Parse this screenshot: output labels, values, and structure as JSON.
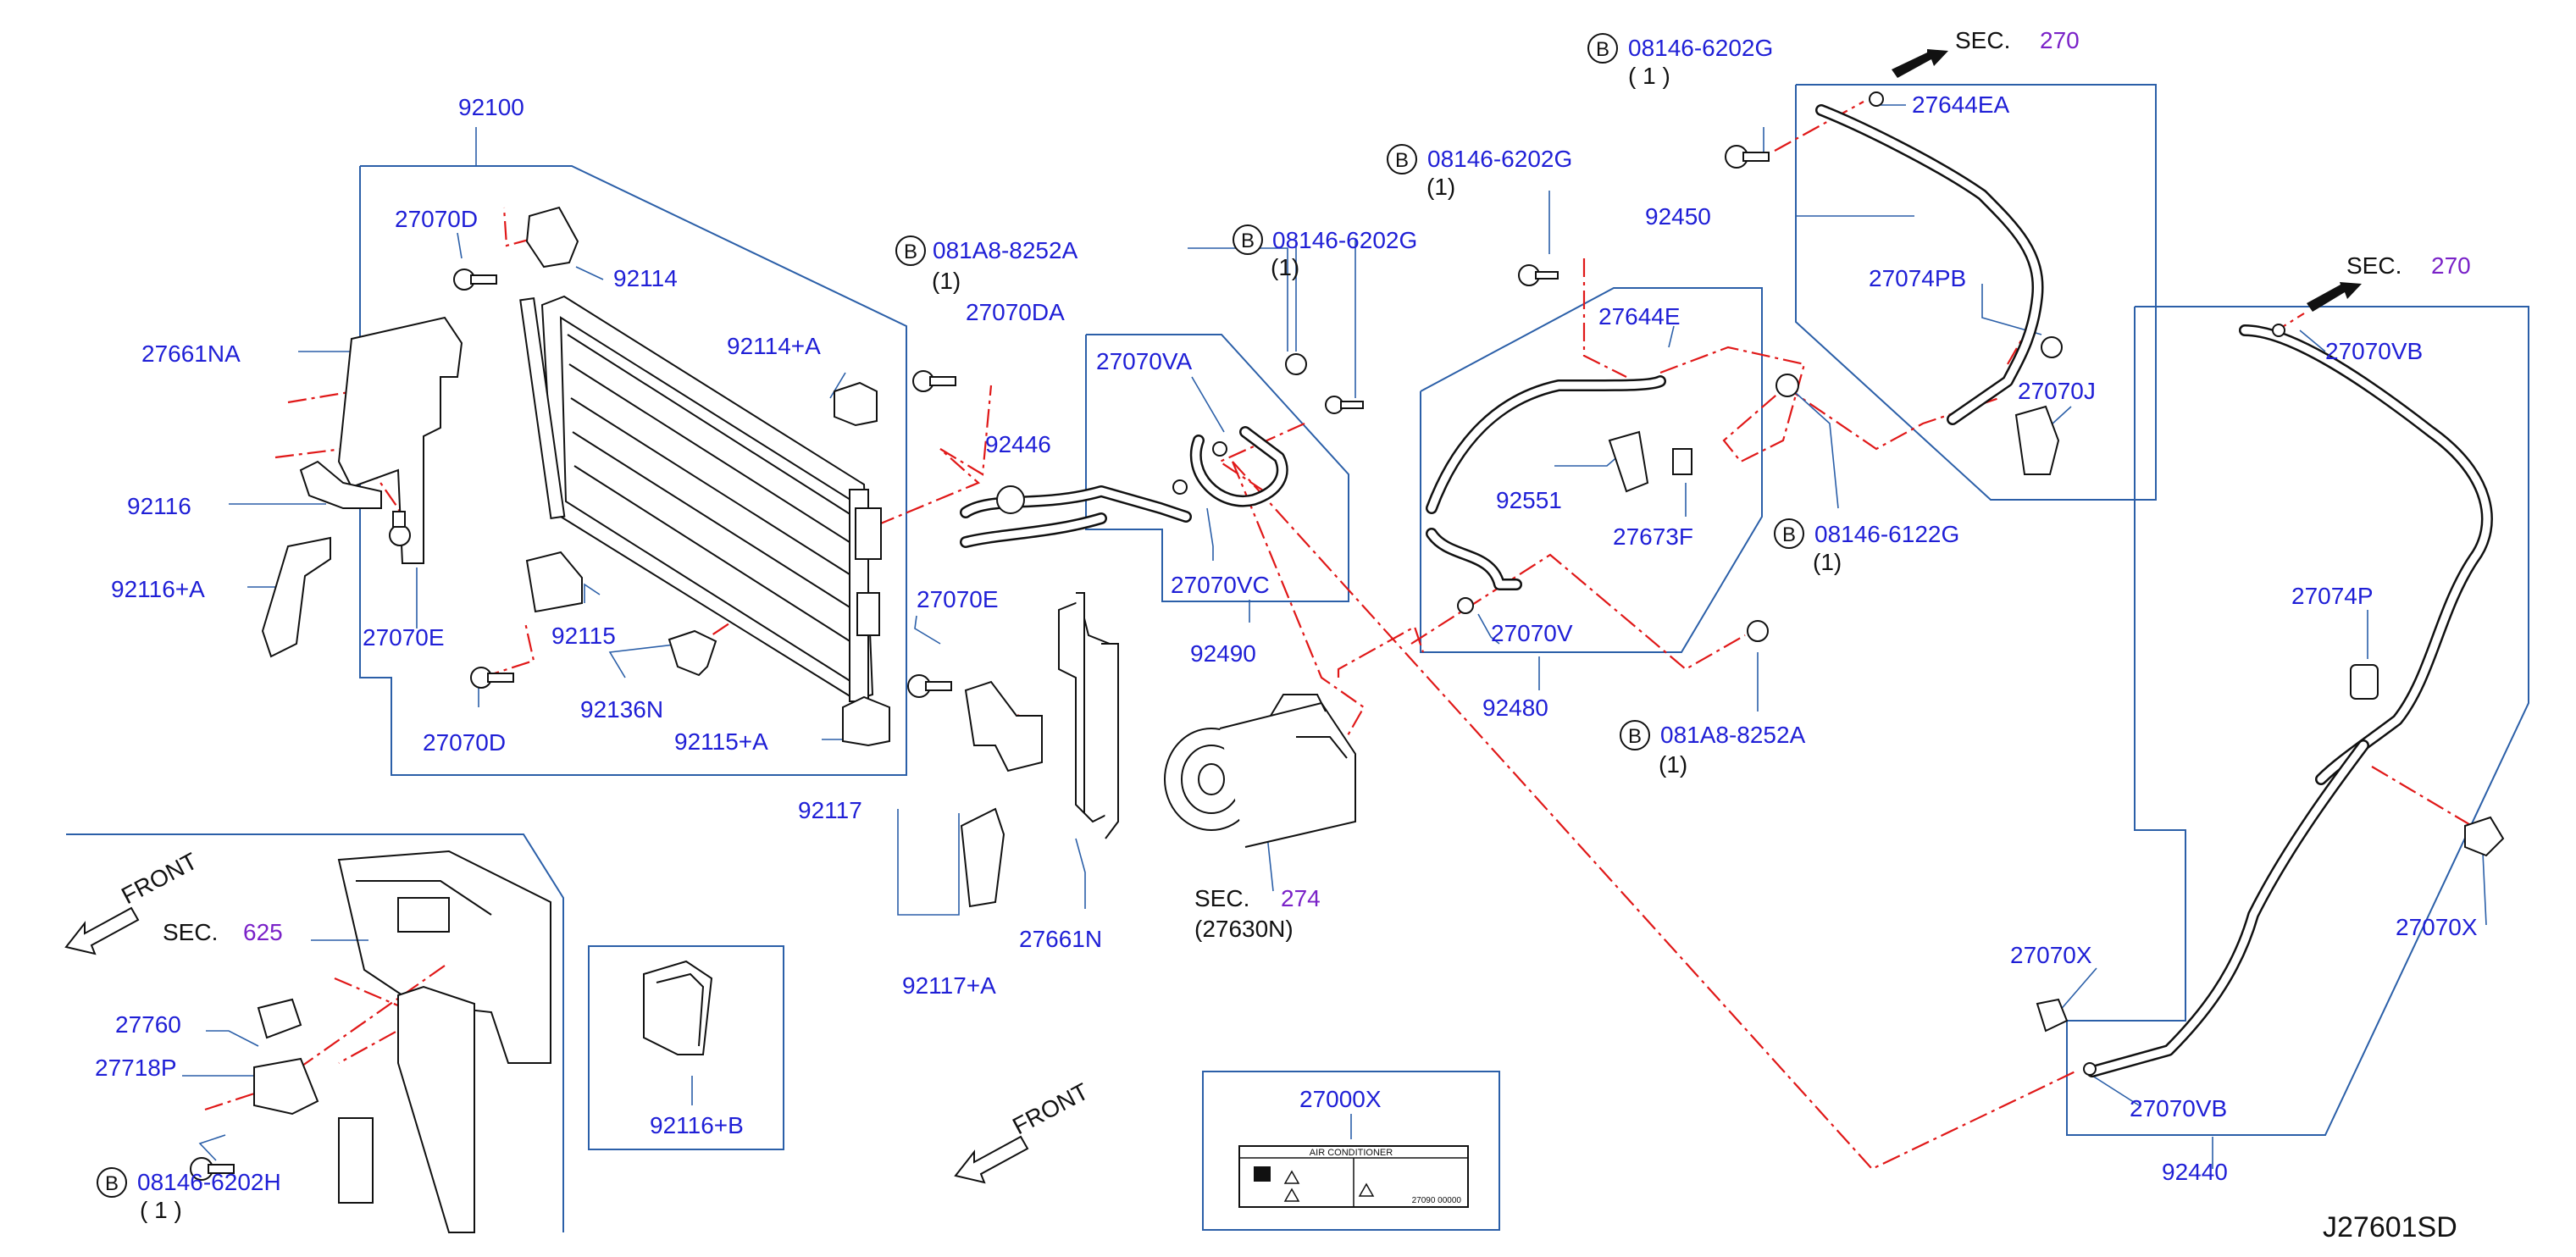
{
  "colors": {
    "label": "#1f1fd6",
    "frame": "#2b5fa8",
    "centerline": "#e01818",
    "section_ref": "#7a22c8",
    "ink": "#111111"
  },
  "labels": {
    "p92100": "92100",
    "p27070D_top": "27070D",
    "p92114": "92114",
    "p27661NA": "27661NA",
    "p92116": "92116",
    "p92116A": "92116+A",
    "p27070E_left": "27070E",
    "p92114A": "92114+A",
    "p92115": "92115",
    "p92136N": "92136N",
    "p27070D_bot": "27070D",
    "p92115A": "92115+A",
    "p081A8_a": "081A8-8252A",
    "p27070DA": "27070DA",
    "p92446": "92446",
    "p27070E_mid": "27070E",
    "p92117": "92117",
    "p08146_b": "08146-6202G",
    "p27070VA": "27070VA",
    "p27070VC": "27070VC",
    "p92490": "92490",
    "p27661N": "27661N",
    "p92117A": "92117+A",
    "p274": "274",
    "p27630N": "(27630N)",
    "p08146_c": "08146-6202G",
    "p27644E": "27644E",
    "p92551": "92551",
    "p27673F": "27673F",
    "p27070V": "27070V",
    "p92480": "92480",
    "p081A8_b": "081A8-8252A",
    "p08146_d": "08146-6202G",
    "p270_a": "270",
    "p27644EA": "27644EA",
    "p92450": "92450",
    "p27074PB": "27074PB",
    "p27070J": "27070J",
    "p08146_6122": "08146-6122G",
    "p270_b": "270",
    "p27070VB_top": "27070VB",
    "p27074P": "27074P",
    "p27070X_right": "27070X",
    "p27070X_left": "27070X",
    "p27070VB_bot": "27070VB",
    "p92440": "92440",
    "p625": "625",
    "p27760": "27760",
    "p27718P": "27718P",
    "p08146_h": "08146-6202H",
    "p92116B": "92116+B",
    "p27000X": "27000X"
  },
  "static_text": {
    "b": "B",
    "sec": "SEC.",
    "front": "FRONT",
    "qty": "(1)",
    "qty_spaced": "(  1  )",
    "diagram_code": "J27601SD",
    "ac_label_title": "AIR CONDITIONER",
    "ac_label_code": "27090 00000"
  }
}
